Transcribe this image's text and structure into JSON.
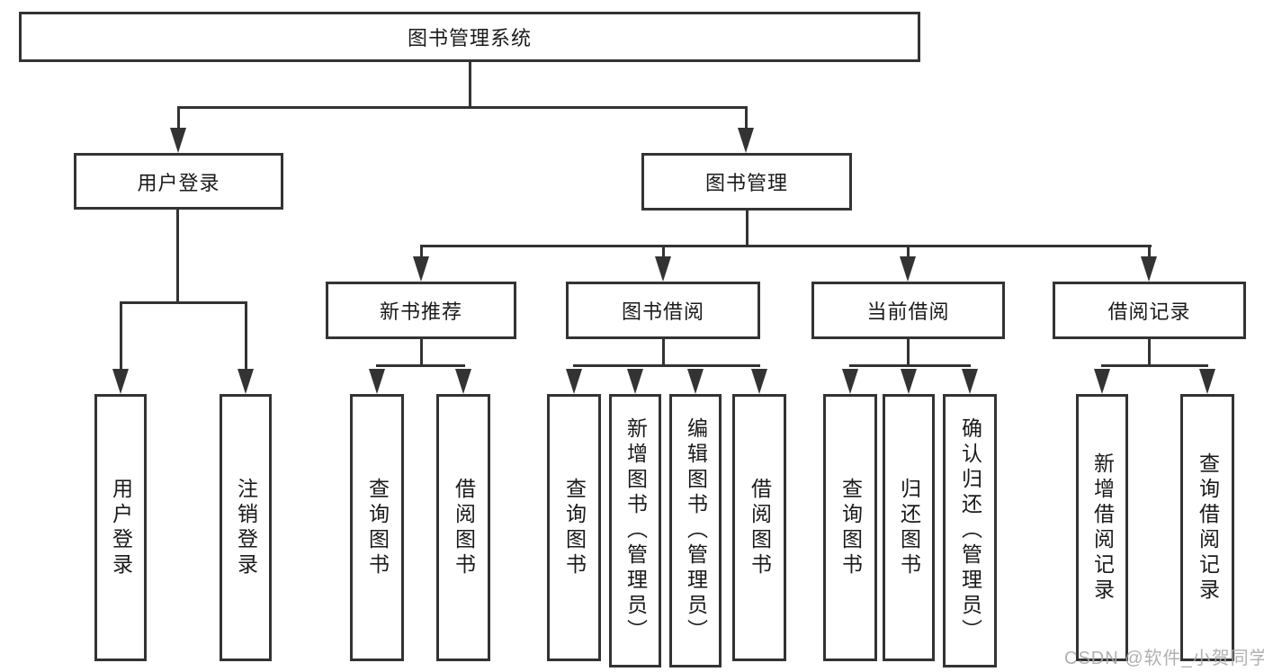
{
  "colors": {
    "line": "#333333",
    "text": "#1a1a1a",
    "box_fill": "#ffffff",
    "background": "#ffffff",
    "watermark": "#a8a8a8"
  },
  "tree": {
    "label": "图书管理系统",
    "children": [
      {
        "label": "用户登录",
        "children": [
          {
            "label": "用户登录"
          },
          {
            "label": "注销登录"
          }
        ]
      },
      {
        "label": "图书管理",
        "children": [
          {
            "label": "新书推荐",
            "children": [
              {
                "label": "查询图书"
              },
              {
                "label": "借阅图书"
              }
            ]
          },
          {
            "label": "图书借阅",
            "children": [
              {
                "label": "查询图书"
              },
              {
                "label": "新增图书（管理员）"
              },
              {
                "label": "编辑图书（管理员）"
              },
              {
                "label": "借阅图书"
              }
            ]
          },
          {
            "label": "当前借阅",
            "children": [
              {
                "label": "查询图书"
              },
              {
                "label": "归还图书"
              },
              {
                "label": "确认归还（管理员）"
              }
            ]
          },
          {
            "label": "借阅记录",
            "children": [
              {
                "label": "新增借阅记录"
              },
              {
                "label": "查询借阅记录"
              }
            ]
          }
        ]
      }
    ]
  },
  "watermark": "CSDN @软件_小贺同学"
}
